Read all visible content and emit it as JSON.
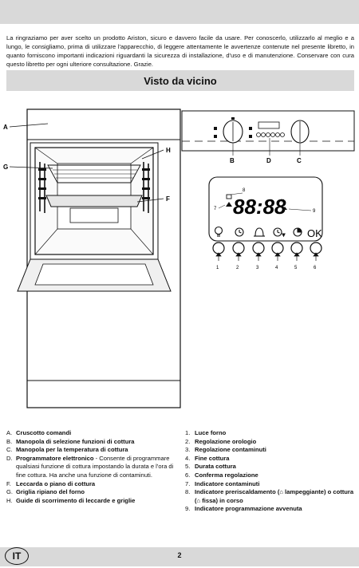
{
  "intro": "La ringraziamo per aver scelto un prodotto Ariston, sicuro e davvero facile da usare. Per conoscerlo, utilizzarlo al meglio e a lungo, le consigliamo, prima di utilizzare l'apparecchio, di leggere attentamente le avvertenze contenute nel presente libretto, in quanto forniscono importanti indicazioni riguardanti la sicurezza di installazione, d'uso e di manutenzione. Conservare con cura questo libretto per ogni ulteriore consultazione. Grazie.",
  "section_title": "Visto da vicino",
  "figure": {
    "oven_labels": [
      "A",
      "G",
      "H",
      "F"
    ],
    "panel_labels": [
      "B",
      "D",
      "C"
    ],
    "display_digits": "88:88",
    "display_numbers": [
      "7",
      "8",
      "9"
    ],
    "button_numbers": [
      "1",
      "2",
      "3",
      "4",
      "5",
      "6"
    ],
    "ok_label": "OK"
  },
  "legend_left": [
    {
      "key": "A.",
      "title": "Cruscotto comandi",
      "desc": ""
    },
    {
      "key": "B.",
      "title": "Manopola di selezione funzioni di cottura",
      "desc": ""
    },
    {
      "key": "C.",
      "title": "Manopola per la temperatura di cottura",
      "desc": ""
    },
    {
      "key": "D.",
      "title": "Programmatore elettronico",
      "desc": " - Consente di programmare qualsiasi funzione di cottura impostando la durata e l'ora di fine cottura. Ha anche una funzione di contaminuti."
    },
    {
      "key": "F.",
      "title": "Leccarda o piano di cottura",
      "desc": ""
    },
    {
      "key": "G.",
      "title": "Griglia ripiano del forno",
      "desc": ""
    },
    {
      "key": "H.",
      "title": "Guide di scorrimento di leccarde e griglie",
      "desc": ""
    }
  ],
  "legend_right": [
    {
      "key": "1.",
      "title": "Luce forno"
    },
    {
      "key": "2.",
      "title": "Regolazione orologio"
    },
    {
      "key": "3.",
      "title": "Regolazione contaminuti"
    },
    {
      "key": "4.",
      "title": "Fine cottura"
    },
    {
      "key": "5.",
      "title": "Durata cottura"
    },
    {
      "key": "6.",
      "title": "Conferma regolazione"
    },
    {
      "key": "7.",
      "title": "Indicatore contaminuti"
    },
    {
      "key": "8.",
      "title": "Indicatore preriscaldamento (⌂ lampeggiante) o cottura (⌂ fissa) in corso"
    },
    {
      "key": "9.",
      "title": "Indicatore programmazione avvenuta"
    }
  ],
  "footer": {
    "lang": "IT",
    "page": "2"
  }
}
